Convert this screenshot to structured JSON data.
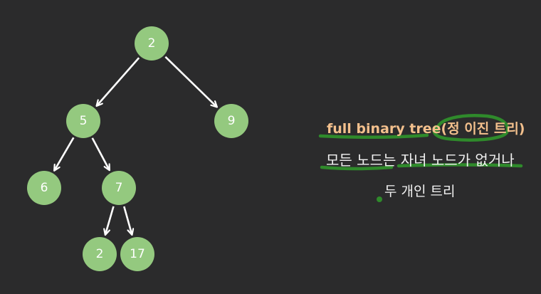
{
  "tree": {
    "nodes": [
      {
        "id": "n1",
        "value": "2"
      },
      {
        "id": "n2",
        "value": "5"
      },
      {
        "id": "n3",
        "value": "9"
      },
      {
        "id": "n4",
        "value": "6"
      },
      {
        "id": "n5",
        "value": "7"
      },
      {
        "id": "n6",
        "value": "2"
      },
      {
        "id": "n7",
        "value": "17"
      }
    ],
    "edges": [
      {
        "from": "n1",
        "to": "n2"
      },
      {
        "from": "n1",
        "to": "n3"
      },
      {
        "from": "n2",
        "to": "n4"
      },
      {
        "from": "n2",
        "to": "n5"
      },
      {
        "from": "n5",
        "to": "n6"
      },
      {
        "from": "n5",
        "to": "n7"
      }
    ]
  },
  "notes": {
    "line1": "full binary tree(정 이진 트리)",
    "line2": "모든 노드는 자녀 노드가 없거나",
    "line3": "두 개인 트리"
  },
  "colors": {
    "background": "#2b2b2c",
    "node": "#94c97f",
    "edge": "#ffffff",
    "highlight_text": "#f3c08d",
    "text": "#f2f2f2",
    "annotation": "#2f8a2b"
  }
}
